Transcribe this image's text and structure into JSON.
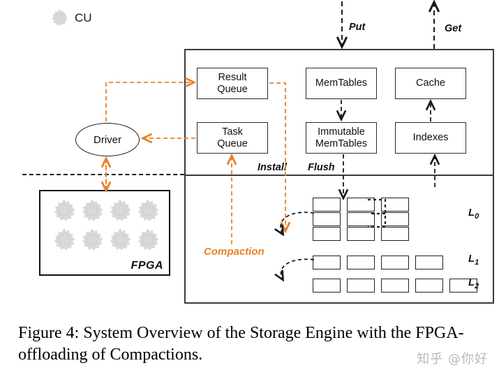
{
  "legend": {
    "icon": "gear-icon",
    "label": "CU"
  },
  "flow_labels": {
    "put": "Put",
    "get": "Get",
    "install": "Install",
    "flush": "Flush",
    "compaction": "Compaction"
  },
  "driver": {
    "label": "Driver"
  },
  "fpga": {
    "label": "FPGA",
    "gear_count": 8,
    "icon": "gear-icon"
  },
  "engine": {
    "boxes": [
      {
        "id": "result-queue",
        "label": "Result\nQueue"
      },
      {
        "id": "task-queue",
        "label": "Task\nQueue"
      },
      {
        "id": "memtables",
        "label": "MemTables"
      },
      {
        "id": "immutable",
        "label": "Immutable\nMemTables"
      },
      {
        "id": "cache",
        "label": "Cache"
      },
      {
        "id": "indexes",
        "label": "Indexes"
      }
    ],
    "box_labels": {
      "result_queue_line1": "Result",
      "result_queue_line2": "Queue",
      "task_queue_line1": "Task",
      "task_queue_line2": "Queue",
      "memtables": "MemTables",
      "immutable_line1": "Immutable",
      "immutable_line2": "MemTables",
      "cache": "Cache",
      "indexes": "Indexes"
    }
  },
  "lsm_levels": [
    {
      "name": "L",
      "subscript": "0",
      "rows": 3,
      "per_row": 3
    },
    {
      "name": "L",
      "subscript": "1",
      "rows": 1,
      "per_row": 4
    },
    {
      "name": "L",
      "subscript": "2",
      "rows": 1,
      "per_row": 5
    }
  ],
  "caption": {
    "text": "Figure 4: System Overview of the Storage Engine with the FPGA-offloading of Compactions."
  },
  "watermark": {
    "text": "知乎 @你好"
  },
  "colors": {
    "accent_orange": "#E8832A",
    "line_black": "#1f1f1f",
    "box_border": "#2b2b2b",
    "gear_gray": "#d9d9d9"
  }
}
